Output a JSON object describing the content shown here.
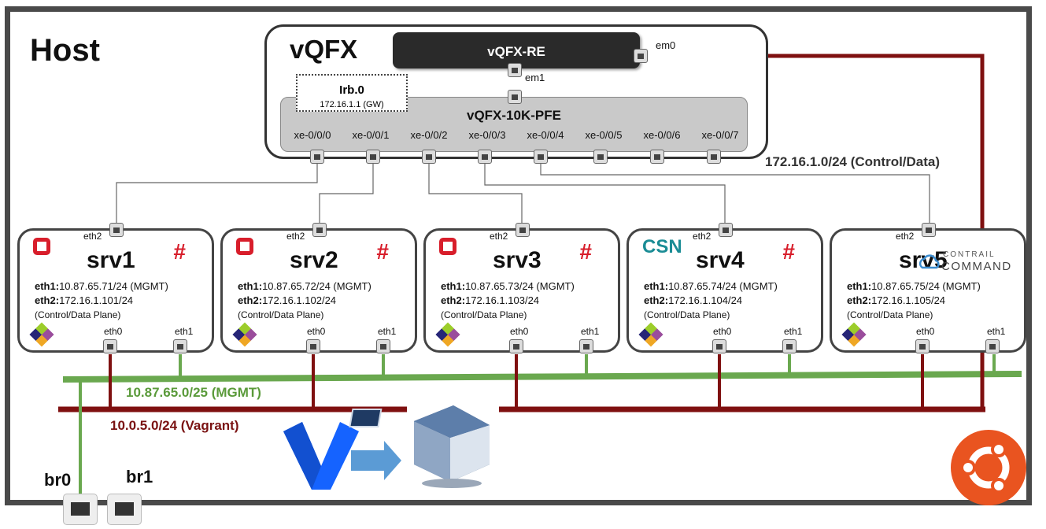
{
  "host": {
    "title": "Host"
  },
  "vqfx": {
    "title": "vQFX",
    "re_label": "vQFX-RE",
    "em0": "em0",
    "em1": "em1",
    "pfe_label": "vQFX-10K-PFE",
    "irb_name": "Irb.0",
    "irb_ip": "172.16.1.1 (GW)",
    "ports": [
      "xe-0/0/0",
      "xe-0/0/1",
      "xe-0/0/2",
      "xe-0/0/3",
      "xe-0/0/4",
      "xe-0/0/5",
      "xe-0/0/6",
      "xe-0/0/7"
    ]
  },
  "control_net": "172.16.1.0/24 (Control/Data)",
  "servers": [
    {
      "name": "srv1",
      "eth1": "eth1:",
      "eth1_val": "10.87.65.71/24 (MGMT)",
      "eth2": "eth2:",
      "eth2_val": "172.16.1.101/24",
      "plane": "(Control/Data Plane)",
      "top_port": "eth2",
      "eth0_label": "eth0",
      "eth1_label": "eth1",
      "badge": ""
    },
    {
      "name": "srv2",
      "eth1": "eth1:",
      "eth1_val": "10.87.65.72/24 (MGMT)",
      "eth2": "eth2:",
      "eth2_val": "172.16.1.102/24",
      "plane": "(Control/Data Plane)",
      "top_port": "eth2",
      "eth0_label": "eth0",
      "eth1_label": "eth1",
      "badge": ""
    },
    {
      "name": "srv3",
      "eth1": "eth1:",
      "eth1_val": "10.87.65.73/24 (MGMT)",
      "eth2": "eth2:",
      "eth2_val": "172.16.1.103/24",
      "plane": "(Control/Data Plane)",
      "top_port": "eth2",
      "eth0_label": "eth0",
      "eth1_label": "eth1",
      "badge": ""
    },
    {
      "name": "srv4",
      "eth1": "eth1:",
      "eth1_val": "10.87.65.74/24 (MGMT)",
      "eth2": "eth2:",
      "eth2_val": "172.16.1.104/24",
      "plane": "(Control/Data Plane)",
      "top_port": "eth2",
      "eth0_label": "eth0",
      "eth1_label": "eth1",
      "badge": "CSN"
    },
    {
      "name": "srv5",
      "eth1": "eth1:",
      "eth1_val": "10.87.65.75/24 (MGMT)",
      "eth2": "eth2:",
      "eth2_val": "172.16.1.105/24",
      "plane": "(Control/Data Plane)",
      "top_port": "eth2",
      "eth0_label": "eth0",
      "eth1_label": "eth1",
      "badge": ""
    }
  ],
  "contrail": {
    "line1": "CONTRAIL",
    "line2": "COMMAND"
  },
  "mgmt_net": "10.87.65.0/25 (MGMT)",
  "vagrant_net": "10.0.5.0/24 (Vagrant)",
  "bridges": {
    "br0": "br0",
    "br1": "br1"
  },
  "colors": {
    "mgmt": "#6aa84f",
    "vagrant": "#7f1010",
    "frame": "#4a4a4a",
    "ubuntu": "#e95420",
    "vagrant_logo": "#1563ff",
    "arrow": "#5b9bd5"
  }
}
